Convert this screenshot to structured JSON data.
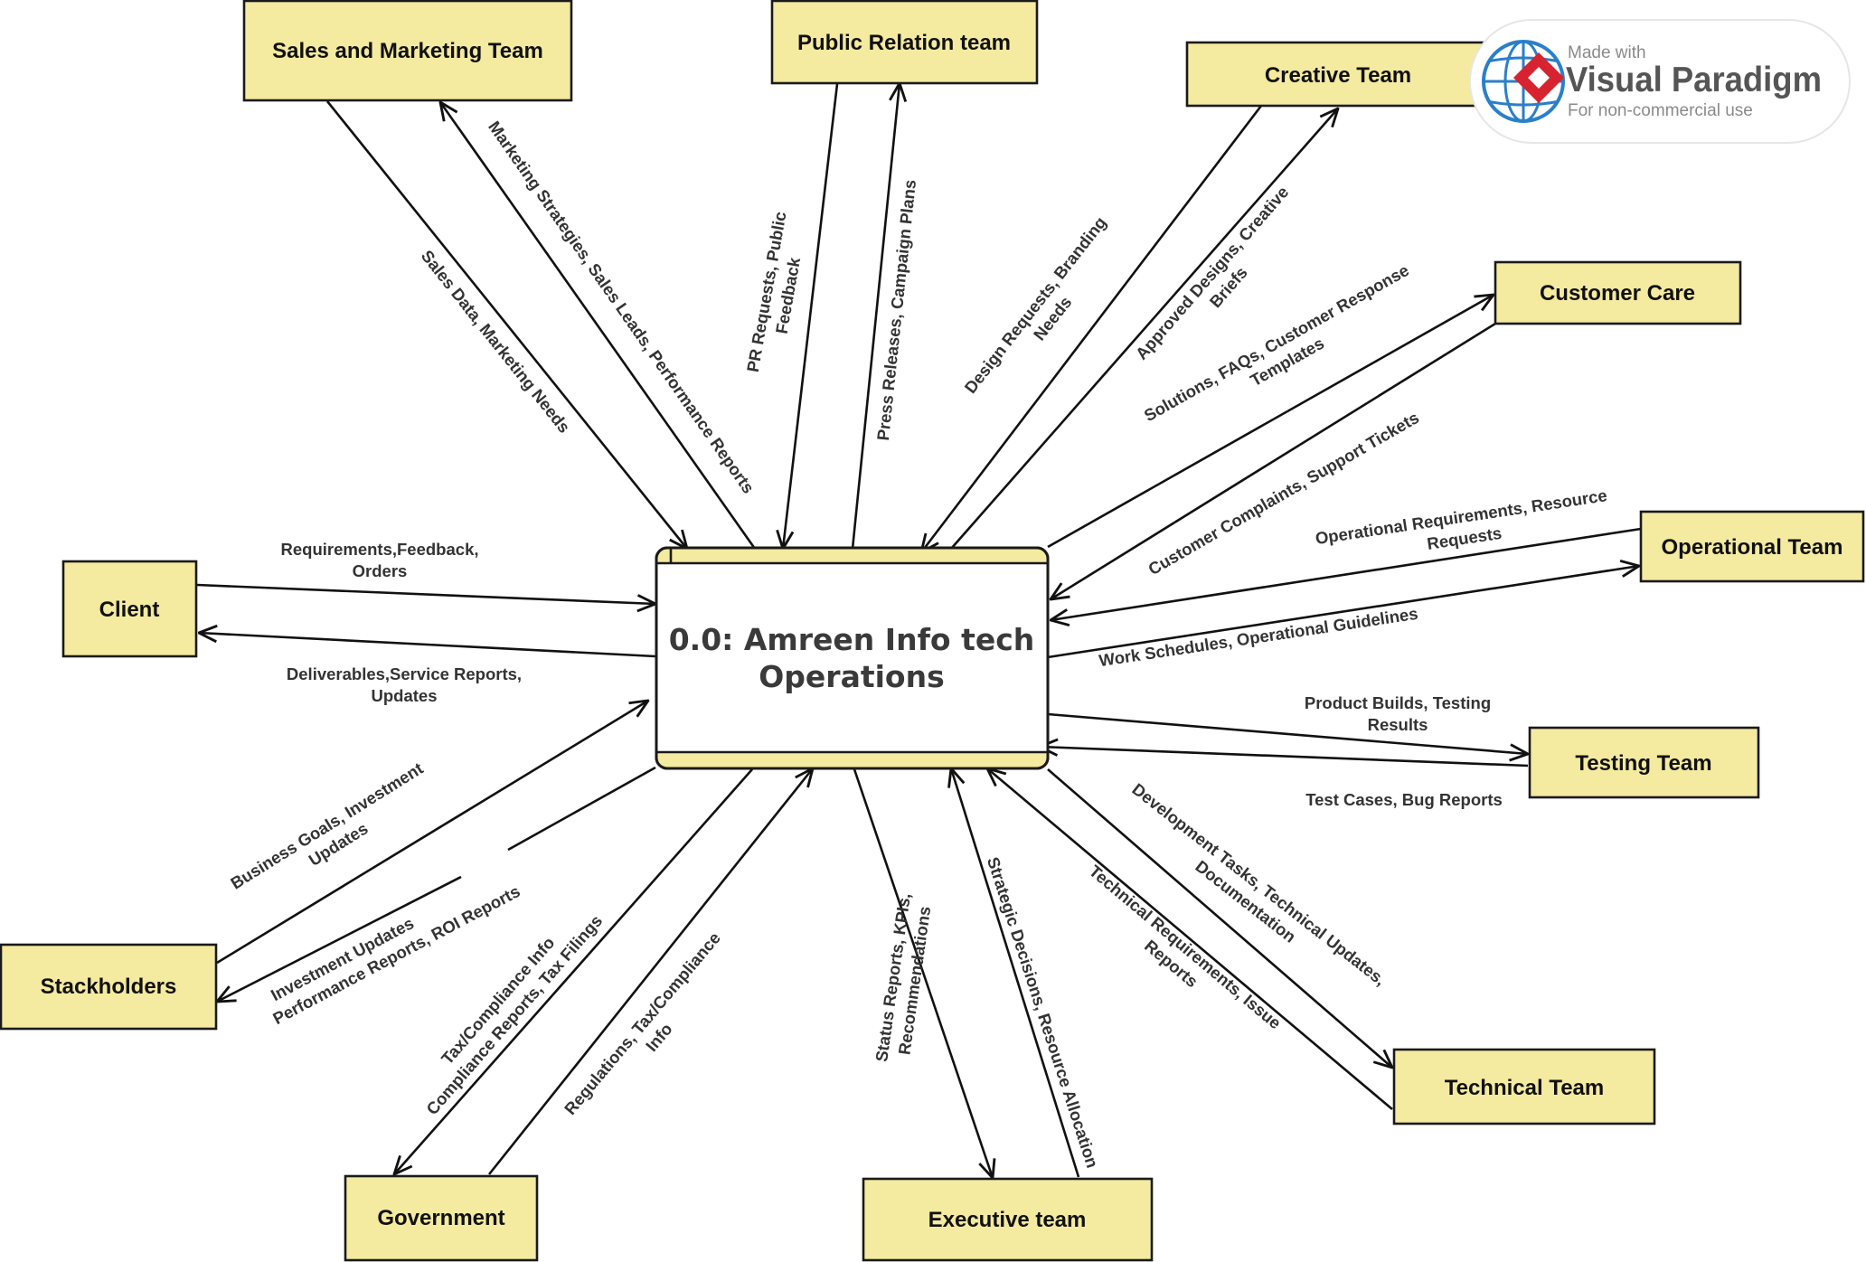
{
  "process": {
    "title_line1": "0.0: Amreen Info tech",
    "title_line2": "Operations"
  },
  "entities": {
    "client": "Client",
    "sales_marketing": "Sales and Marketing Team",
    "public_relation": "Public Relation team",
    "creative": "Creative Team",
    "customer_care": "Customer Care",
    "operational": "Operational Team",
    "testing": "Testing Team",
    "technical": "Technical Team",
    "executive": "Executive team",
    "government": "Government",
    "stakeholders": "Stackholders"
  },
  "flows": {
    "client_in": [
      "Requirements,Feedback,",
      "Orders"
    ],
    "client_out": [
      "Deliverables,Service Reports,",
      "Updates"
    ],
    "sales_in": [
      "Sales Data, Marketing Needs"
    ],
    "sales_out": [
      "Marketing Strategies, Sales Leads, Performance Reports"
    ],
    "pr_in": [
      "PR Requests, Public",
      "Feedback"
    ],
    "pr_out": [
      "Press Releases, Campaign Plans"
    ],
    "creative_in": [
      "Design Requests, Branding",
      "Needs"
    ],
    "creative_out": [
      "Approved Designs, Creative",
      "Briefs"
    ],
    "care_out": [
      "Solutions, FAQs, Customer Response",
      "Templates"
    ],
    "care_in": [
      "Customer Complaints, Support Tickets"
    ],
    "ops_in": [
      "Operational Requirements, Resource",
      "Requests"
    ],
    "ops_out": [
      "Work Schedules, Operational Guidelines"
    ],
    "testing_out": [
      "Product Builds, Testing",
      "Results"
    ],
    "testing_in": [
      "Test Cases, Bug Reports"
    ],
    "tech_out": [
      "Development Tasks, Technical Updates,",
      "Documentation"
    ],
    "tech_in": [
      "Technical Requirements, Issue",
      "Reports"
    ],
    "exec_out": [
      "Status Reports, KPIs,",
      "Recommendations"
    ],
    "exec_in": [
      "Strategic Decisions, Resource Allocation"
    ],
    "gov_out": [
      "Tax/Compliance Info",
      "Compliance Reports, Tax Filings"
    ],
    "gov_in": [
      "Regulations, Tax/Compliance",
      "Info"
    ],
    "stake_in": [
      "Business Goals, Investment",
      "Updates"
    ],
    "stake_out": [
      "Investment Updates",
      "Performance Reports, ROI Reports"
    ]
  },
  "watermark": {
    "made_with": "Made with",
    "brand": "Visual Paradigm",
    "usage": "For non-commercial use"
  }
}
